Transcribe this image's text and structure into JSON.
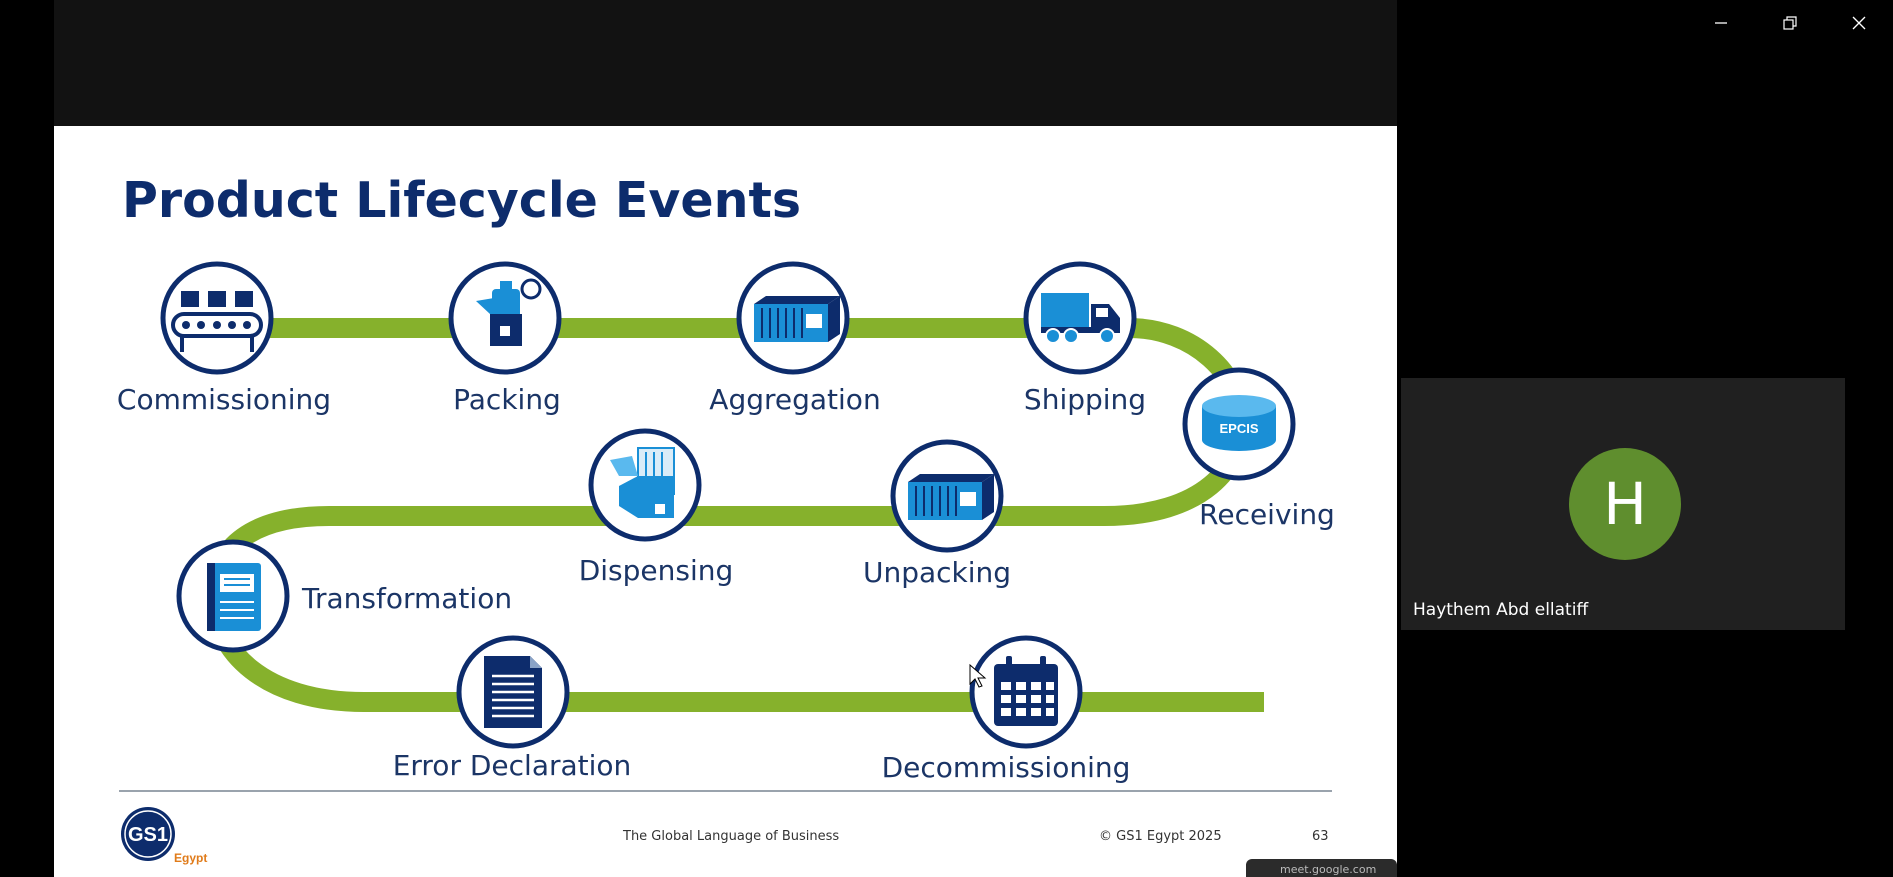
{
  "window": {
    "controls": [
      "minimize",
      "restore",
      "close"
    ]
  },
  "slide": {
    "title": "Product Lifecycle Events",
    "events": [
      {
        "label": "Commissioning",
        "icon": "conveyor-belt-icon"
      },
      {
        "label": "Packing",
        "icon": "bottle-box-icon"
      },
      {
        "label": "Aggregation",
        "icon": "container-icon"
      },
      {
        "label": "Shipping",
        "icon": "truck-icon"
      },
      {
        "label": "Receiving",
        "icon": "epcis-database-icon",
        "badge": "EPCIS"
      },
      {
        "label": "Unpacking",
        "icon": "container-icon"
      },
      {
        "label": "Dispensing",
        "icon": "open-box-icon"
      },
      {
        "label": "Transformation",
        "icon": "notebook-icon"
      },
      {
        "label": "Error Declaration",
        "icon": "document-icon"
      },
      {
        "label": "Decommissioning",
        "icon": "calendar-icon"
      }
    ],
    "footer": {
      "logo_text": "GS1",
      "logo_sub": "Egypt",
      "tagline": "The Global Language of Business",
      "copyright": "© GS1 Egypt 2025",
      "page": "63"
    }
  },
  "meet_chip": "meet.google.com",
  "participant": {
    "initial": "H",
    "name": "Haythem Abd ellatiff",
    "avatar_color": "#5f8e2e"
  },
  "colors": {
    "path": "#86b12c",
    "icon_blue": "#1a8fd6",
    "navy": "#0d2c6c"
  }
}
